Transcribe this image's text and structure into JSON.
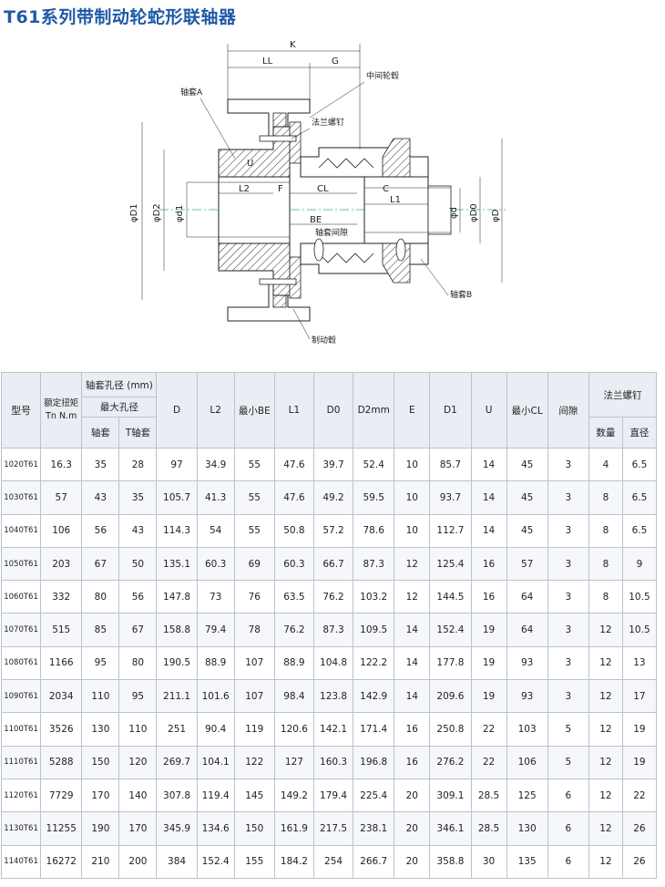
{
  "title": "T61系列带制动轮蛇形联轴器",
  "diagram": {
    "labels": {
      "K": "K",
      "LL": "LL",
      "G": "G",
      "sleeve_a": "轴套A",
      "sleeve_b": "轴套B",
      "middle_hub": "中间轮毂",
      "flange_bolt": "法兰螺钉",
      "U": "U",
      "L2": "L2",
      "F": "F",
      "CL": "CL",
      "C": "C",
      "L1": "L1",
      "BE": "BE",
      "gap": "轴套间隙",
      "brake_hub": "制动毂",
      "D1": "φD1",
      "D2": "φD2",
      "d1": "φd1",
      "d": "φd",
      "D0": "φD0",
      "D": "φD"
    }
  },
  "table": {
    "headers": {
      "model": "型号",
      "torque": "额定扭矩Tn N.m",
      "bore": "轴套孔径 (mm)",
      "max_bore": "最大孔径",
      "sleeve": "轴套",
      "t_sleeve": "T轴套",
      "D": "D",
      "L2": "L2",
      "min_be": "最小BE",
      "L1": "L1",
      "D0": "D0",
      "D2mm": "D2mm",
      "E": "E",
      "D1": "D1",
      "U": "U",
      "min_cl": "最小CL",
      "gap": "间隙",
      "flange_bolt": "法兰螺钉",
      "qty": "数量",
      "dia": "直径"
    },
    "rows": [
      [
        "1020T61",
        "16.3",
        "35",
        "28",
        "97",
        "34.9",
        "55",
        "47.6",
        "39.7",
        "52.4",
        "10",
        "85.7",
        "14",
        "45",
        "3",
        "4",
        "6.5"
      ],
      [
        "1030T61",
        "57",
        "43",
        "35",
        "105.7",
        "41.3",
        "55",
        "47.6",
        "49.2",
        "59.5",
        "10",
        "93.7",
        "14",
        "45",
        "3",
        "8",
        "6.5"
      ],
      [
        "1040T61",
        "106",
        "56",
        "43",
        "114.3",
        "54",
        "55",
        "50.8",
        "57.2",
        "78.6",
        "10",
        "112.7",
        "14",
        "45",
        "3",
        "8",
        "6.5"
      ],
      [
        "1050T61",
        "203",
        "67",
        "50",
        "135.1",
        "60.3",
        "69",
        "60.3",
        "66.7",
        "87.3",
        "12",
        "125.4",
        "16",
        "57",
        "3",
        "8",
        "9"
      ],
      [
        "1060T61",
        "332",
        "80",
        "56",
        "147.8",
        "73",
        "76",
        "63.5",
        "76.2",
        "103.2",
        "12",
        "144.5",
        "16",
        "64",
        "3",
        "8",
        "10.5"
      ],
      [
        "1070T61",
        "515",
        "85",
        "67",
        "158.8",
        "79.4",
        "78",
        "76.2",
        "87.3",
        "109.5",
        "14",
        "152.4",
        "19",
        "64",
        "3",
        "12",
        "10.5"
      ],
      [
        "1080T61",
        "1166",
        "95",
        "80",
        "190.5",
        "88.9",
        "107",
        "88.9",
        "104.8",
        "122.2",
        "14",
        "177.8",
        "19",
        "93",
        "3",
        "12",
        "13"
      ],
      [
        "1090T61",
        "2034",
        "110",
        "95",
        "211.1",
        "101.6",
        "107",
        "98.4",
        "123.8",
        "142.9",
        "14",
        "209.6",
        "19",
        "93",
        "3",
        "12",
        "17"
      ],
      [
        "1100T61",
        "3526",
        "130",
        "110",
        "251",
        "90.4",
        "119",
        "120.6",
        "142.1",
        "171.4",
        "16",
        "250.8",
        "22",
        "103",
        "5",
        "12",
        "19"
      ],
      [
        "1110T61",
        "5288",
        "150",
        "120",
        "269.7",
        "104.1",
        "122",
        "127",
        "160.3",
        "196.8",
        "16",
        "276.2",
        "22",
        "106",
        "5",
        "12",
        "19"
      ],
      [
        "1120T61",
        "7729",
        "170",
        "140",
        "307.8",
        "119.4",
        "145",
        "149.2",
        "179.4",
        "225.4",
        "20",
        "309.1",
        "28.5",
        "125",
        "6",
        "12",
        "22"
      ],
      [
        "1130T61",
        "11255",
        "190",
        "170",
        "345.9",
        "134.6",
        "150",
        "161.9",
        "217.5",
        "238.1",
        "20",
        "346.1",
        "28.5",
        "130",
        "6",
        "12",
        "26"
      ],
      [
        "1140T61",
        "16272",
        "210",
        "200",
        "384",
        "152.4",
        "155",
        "184.2",
        "254",
        "266.7",
        "20",
        "358.8",
        "30",
        "135",
        "6",
        "12",
        "26"
      ]
    ]
  }
}
